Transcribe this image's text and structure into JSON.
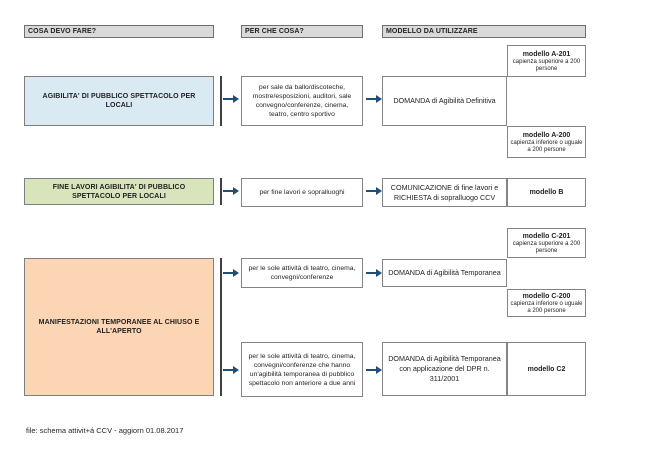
{
  "headers": {
    "col1": "COSA DEVO FARE?",
    "col2": "PER CHE COSA?",
    "col3": "MODELLO DA UTILIZZARE"
  },
  "colors": {
    "header_fill": "#d9d9d9",
    "border_gray": "#848484",
    "connector_dark": "#404040",
    "arrow_navy": "#1f4e79",
    "source_blue": "#daeaf3",
    "source_green": "#d8e4bc",
    "source_orange": "#fcd5b4"
  },
  "flow": {
    "row1": {
      "source": "AGIBILITA' DI PUBBLICO SPETTACOLO PER LOCALI",
      "purpose": "per sale da ballo/discoteche, mostre/esposizioni, auditori, sale convegno/conferenze, cinema, teatro, centro sportivo",
      "action": "DOMANDA di Agibilità Definitiva",
      "model_top": {
        "name": "modello A-201",
        "note": "capienza superiore a 200 persone"
      },
      "model_bottom": {
        "name": "modello A-200",
        "note": "capienza inferiore o uguale a 200 persone"
      }
    },
    "row2": {
      "source": "FINE LAVORI AGIBILITA' DI PUBBLICO SPETTACOLO PER LOCALI",
      "purpose": "per fine lavori e sopralluoghi",
      "action": "COMUNICAZIONE di fine lavori e RICHIESTA di sopralluogo CCV",
      "model": {
        "name": "modello B"
      }
    },
    "row3": {
      "source": "MANIFESTAZIONI TEMPORANEE AL CHIUSO E ALL'APERTO",
      "branch_top": {
        "purpose": "per le sole attività di teatro, cinema, convegni/conferenze",
        "action": "DOMANDA di Agibilità Temporanea",
        "model_top": {
          "name": "modello C-201",
          "note": "capienza superiore a 200 persone"
        },
        "model_bottom": {
          "name": "modello C-200",
          "note": "capienza inferiore o uguale a 200 persone"
        }
      },
      "branch_bottom": {
        "purpose": "per le sole attività di teatro, cinema, convegni/conferenze che hanno un'agibilità temporanea di pubblico spettacolo non anteriore a due anni",
        "action": "DOMANDA di Agibilità Temporanea con applicazione del DPR n. 311/2001",
        "model": {
          "name": "modello C2"
        }
      }
    }
  },
  "footer": "file: schema attivit+á CCV - aggiorn 01.08.2017"
}
